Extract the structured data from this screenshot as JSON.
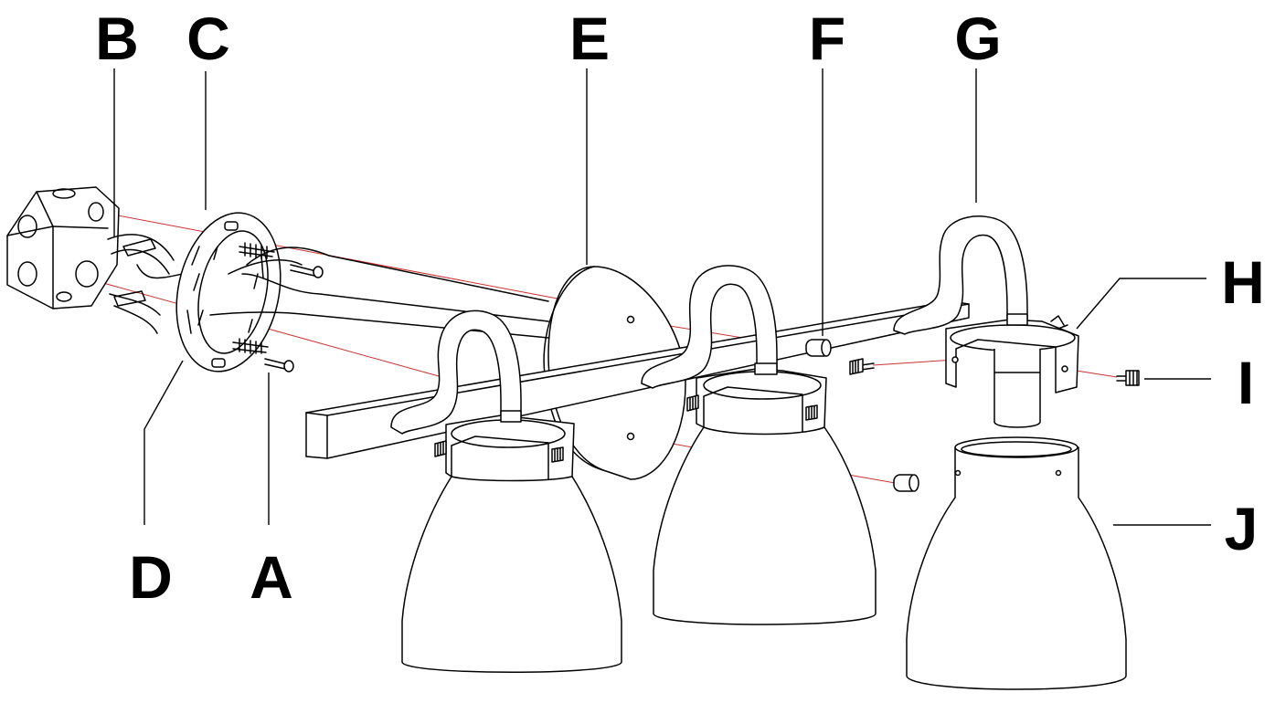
{
  "colors": {
    "line": "#000000",
    "guide": "#cc3333",
    "background": "#ffffff"
  },
  "labels": {
    "A": "A",
    "B": "B",
    "C": "C",
    "D": "D",
    "E": "E",
    "F": "F",
    "G": "G",
    "H": "H",
    "I": "I",
    "J": "J"
  }
}
